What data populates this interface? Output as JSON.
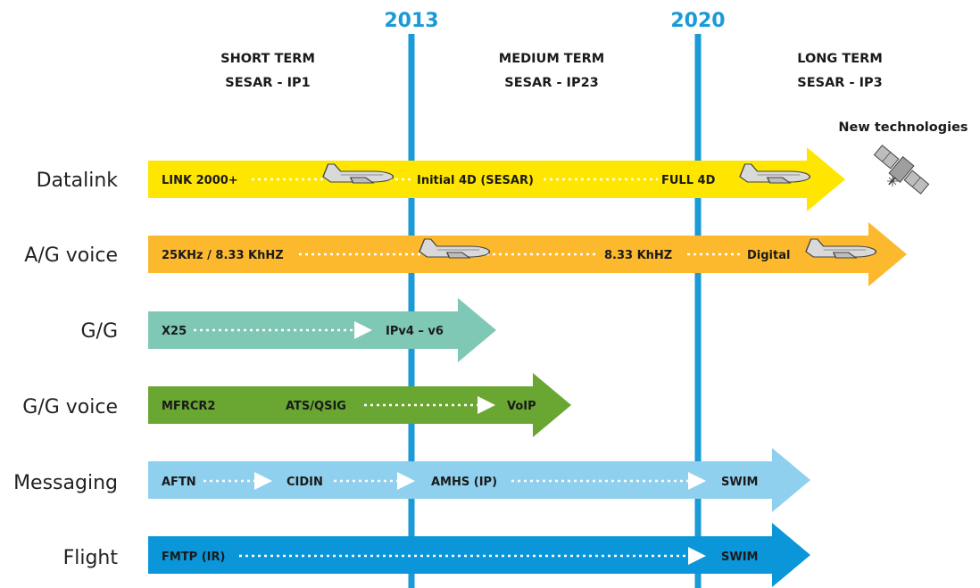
{
  "years": [
    {
      "id": "2013",
      "label": "2013"
    },
    {
      "id": "2020",
      "label": "2020"
    }
  ],
  "phases": [
    {
      "id": "short",
      "title": "SHORT TERM",
      "subtitle": "SESAR - IP1"
    },
    {
      "id": "medium",
      "title": "MEDIUM TERM",
      "subtitle": "SESAR - IP23"
    },
    {
      "id": "long",
      "title": "LONG TERM",
      "subtitle": "SESAR - IP3"
    }
  ],
  "new_technologies": "New technologies",
  "colors": {
    "timeline": "#1a9ad6",
    "datalink": "#ffe600",
    "ag_voice": "#fdb92e",
    "gg": "#7fc8b6",
    "gg_voice": "#6aa632",
    "messaging": "#8fd0ee",
    "flight": "#0a96d8"
  },
  "rows": [
    {
      "id": "datalink",
      "name": "Datalink",
      "items": [
        "LINK 2000+",
        "Initial 4D (SESAR)",
        "FULL 4D"
      ],
      "aircraft": 2
    },
    {
      "id": "ag_voice",
      "name": "A/G voice",
      "items": [
        "25KHz / 8.33 KhHZ",
        "8.33 KhHZ",
        "Digital"
      ],
      "aircraft": 2
    },
    {
      "id": "gg",
      "name": "G/G",
      "items": [
        "X25",
        "IPv4 – v6"
      ]
    },
    {
      "id": "gg_voice",
      "name": "G/G voice",
      "items": [
        "MFRCR2",
        "ATS/QSIG",
        "VoIP"
      ]
    },
    {
      "id": "messaging",
      "name": "Messaging",
      "items": [
        "AFTN",
        "CIDIN",
        "AMHS (IP)",
        "SWIM"
      ]
    },
    {
      "id": "flight",
      "name": "Flight",
      "items": [
        "FMTP (IR)",
        "SWIM"
      ]
    }
  ]
}
